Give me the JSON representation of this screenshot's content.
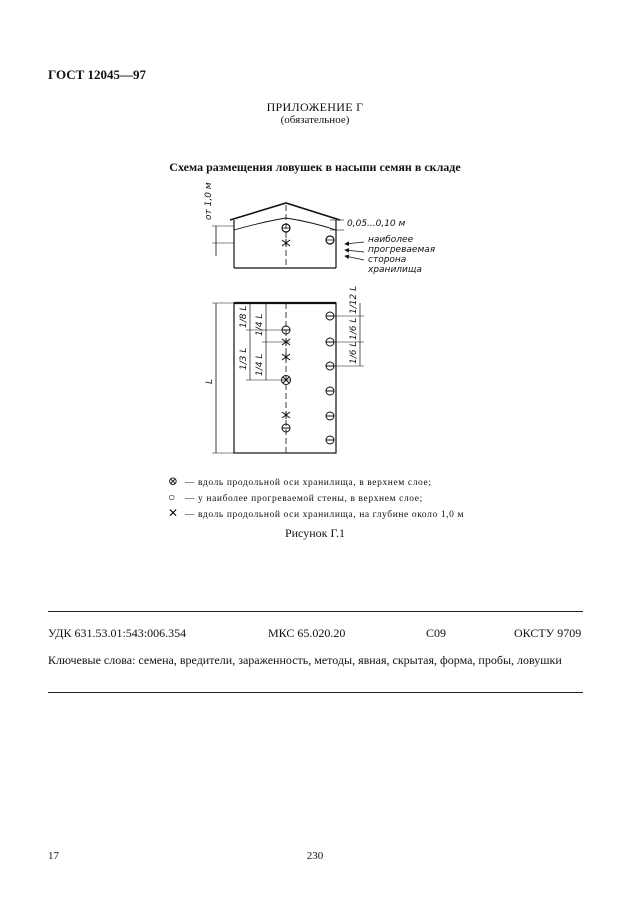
{
  "header": {
    "standard": "ГОСТ 12045—97"
  },
  "appendix": {
    "title": "ПРИЛОЖЕНИЕ Г",
    "status": "(обязательное)"
  },
  "figure": {
    "title": "Схема размещения ловушек в насыпи семян в складе",
    "labels": {
      "depth": "от 1,0 м",
      "gap": "0,05...0,10 м",
      "side_1": "наиболее",
      "side_2": "прогреваемая",
      "side_3": "сторона",
      "side_4": "хранилища",
      "length": "L",
      "d1": "1/8 L",
      "d2": "1/4 L",
      "d3": "1/3 L",
      "d4": "1/4 L",
      "d5": "1/12 L",
      "d6": "1/6 L",
      "d7": "1/6 L"
    },
    "caption": "Рисунок Г.1"
  },
  "legend": [
    {
      "symbol": "⊗",
      "text": "— вдоль продольной оси хранилища, в верхнем слое;"
    },
    {
      "symbol": "○",
      "text": "— у наиболее прогреваемой стены, в верхнем слое;"
    },
    {
      "symbol": "✕",
      "text": "— вдоль продольной оси хранилища, на глубине около 1,0 м"
    }
  ],
  "meta": {
    "udk": "УДК 631.53.01:543:006.354",
    "mks": "МКС 65.020.20",
    "code": "С09",
    "okstu": "ОКСТУ 9709"
  },
  "keywords": "Ключевые слова: семена, вредители, зараженность, методы, явная, скрытая, форма, пробы, ловушки",
  "footer": {
    "left": "17",
    "center": "230"
  }
}
